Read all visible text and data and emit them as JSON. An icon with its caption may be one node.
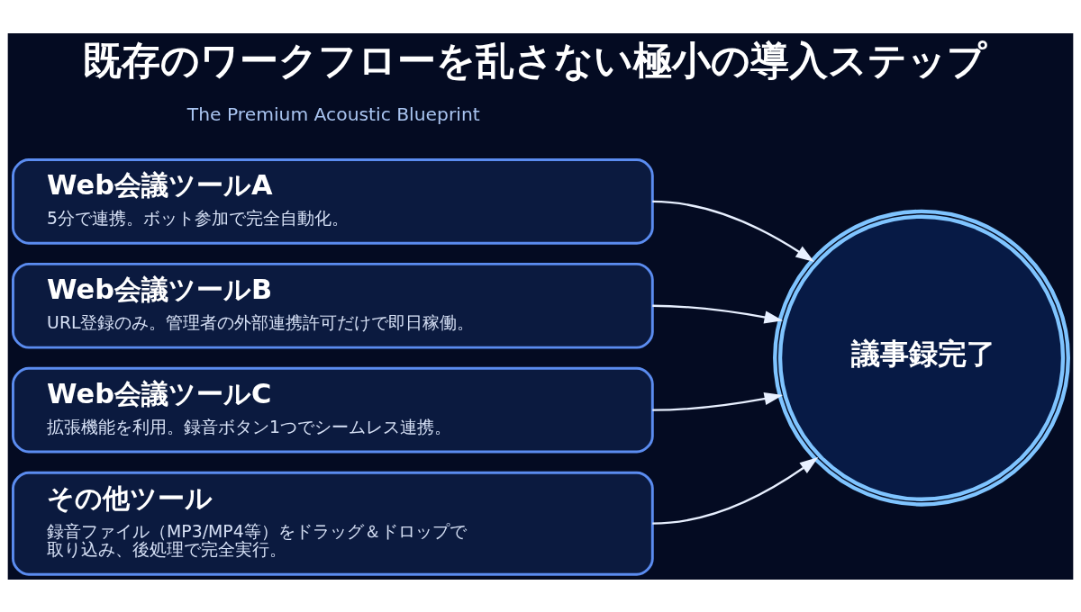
{
  "diagram": {
    "title": "既存のワークフローを乱さない極小の導入ステップ",
    "nodes": [
      {
        "text": [
          "Web会議ツールA",
          "5分で連携。ボット参加で完全自動化。"
        ]
      },
      {
        "text": [
          "Web会議ツールB",
          "URL登録のみ。管理者の外部連携許可だけで即日稼働。"
        ]
      },
      {
        "text": [
          "Web会議ツールC",
          "拡張機能を利用。録音ボタン1つでシームレス連携。"
        ]
      },
      {
        "text": [
          "その他ツール",
          "録音ファイル（MP3/MP4等）をドラッグ＆ドロップで取り込み、後処理で完全実行。"
        ]
      },
      {
        "text": [
          "議事録完了"
        ]
      }
    ],
    "edges": [
      {
        "from": 0,
        "to": 4,
        "arrow": "to"
      },
      {
        "from": 1,
        "to": 4,
        "arrow": "to"
      },
      {
        "from": 2,
        "to": 4,
        "arrow": "to"
      },
      {
        "from": 3,
        "to": 4,
        "arrow": "to"
      }
    ],
    "labels": [
      "The Premium Acoustic Blueprint"
    ]
  }
}
